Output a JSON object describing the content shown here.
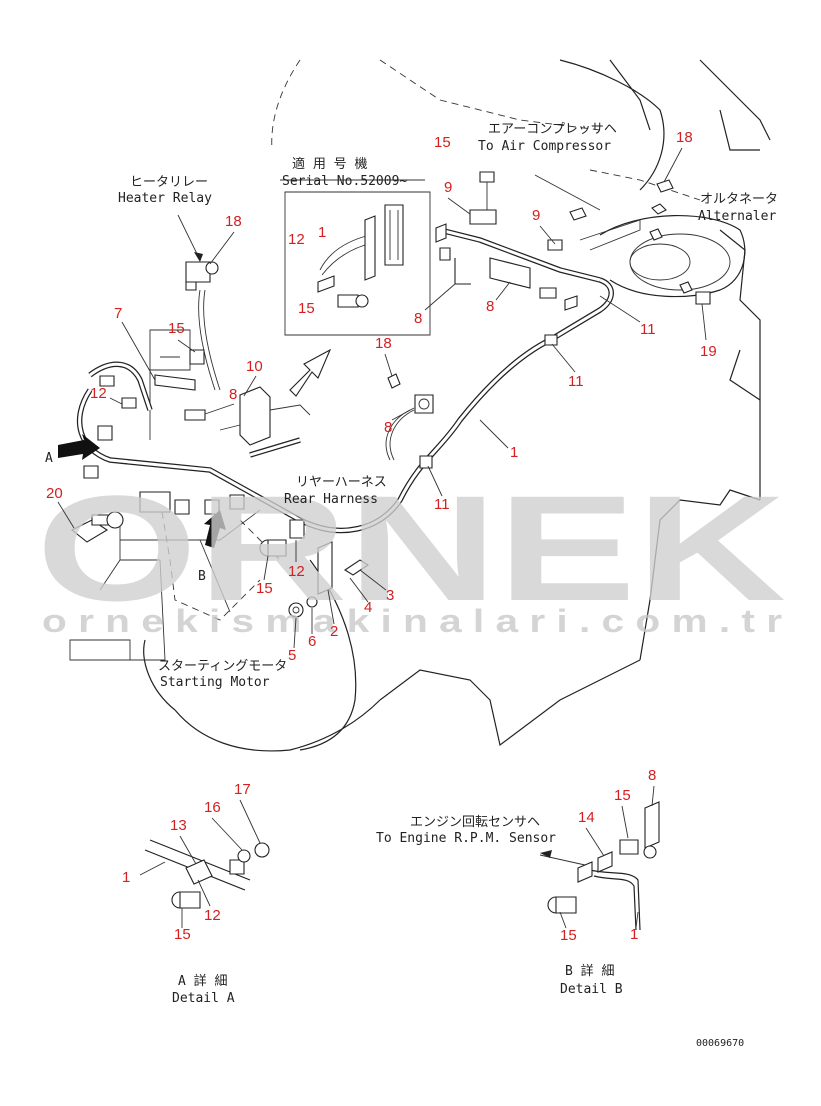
{
  "watermark": {
    "brand": "ORNEK",
    "site": "ornekismakinalari.com.tr",
    "site_display": "o r n e k i s m a k i n a l a r i . c o m . t r"
  },
  "labels": {
    "to_air_compressor_jp": "エアーコンプレッサヘ",
    "to_air_compressor": "To Air Compressor",
    "serial_jp": "適 用 号 機",
    "serial": "Serial No.52009~",
    "heater_relay_jp": "ヒータリレー",
    "heater_relay": "Heater Relay",
    "alternator_jp": "オルタネータ",
    "alternator": "Alternaler",
    "rear_harness_jp": "リヤーハーネス",
    "rear_harness": "Rear Harness",
    "starting_motor_jp": "スターティングモータ",
    "starting_motor": "Starting Motor",
    "engine_rpm_jp": "エンジン回転センサヘ",
    "engine_rpm": "To Engine R.P.M. Sensor",
    "detail_a_jp": "A 詳 細",
    "detail_a": "Detail A",
    "detail_b_jp": "B 詳 細",
    "detail_b": "Detail B",
    "view_a": "A",
    "view_b": "B",
    "drawing_code": "00069670"
  },
  "callouts": {
    "c15_top": "15",
    "c9_left": "9",
    "c9_right": "9",
    "c18_right": "18",
    "c12_inset": "12",
    "c1_inset": "1",
    "c15_inset": "15",
    "c18_heater": "18",
    "c7": "7",
    "c15_mid": "15",
    "c8_a": "8",
    "c8_b": "8",
    "c11_a": "11",
    "c19": "19",
    "c10": "10",
    "c12_left": "12",
    "c8_c": "8",
    "c18_mid": "18",
    "c11_b": "11",
    "c8_d": "8",
    "c1_main": "1",
    "c11_c": "11",
    "c20": "20",
    "c12_mid": "12",
    "c15_low": "15",
    "c3": "3",
    "c4": "4",
    "c2": "2",
    "c6": "6",
    "c5": "5",
    "c17": "17",
    "c16": "16",
    "c13": "13",
    "c1_da": "1",
    "c12_da": "12",
    "c15_da": "15",
    "c8_db": "8",
    "c15_db": "15",
    "c14": "14",
    "c15_db2": "15",
    "c1_db": "1"
  }
}
